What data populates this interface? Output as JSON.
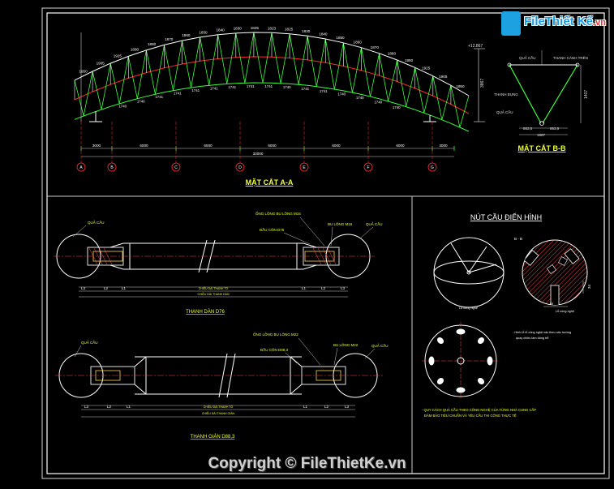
{
  "logo": {
    "brand": "File",
    "brand2": "Thiết Kế",
    "tld": ".vn"
  },
  "copyright": "Copyright © FileThietKe.vn",
  "section_aa": {
    "title": "MẶT CẮT A-A",
    "top_labels": [
      "1950",
      "1905",
      "1925",
      "1890",
      "1880",
      "1870",
      "1860",
      "1850",
      "1840",
      "1830",
      "1825",
      "1823",
      "1825",
      "1830",
      "1840",
      "1850",
      "1860",
      "1870",
      "1880",
      "1890",
      "1925",
      "1905",
      "1950"
    ],
    "bottom_labels": [
      "1740",
      "1740",
      "1741",
      "1741",
      "1741",
      "1741",
      "1741",
      "1741",
      "1741",
      "1740",
      "1741",
      "1741",
      "1740",
      "1740",
      "1740",
      "1740"
    ],
    "elev_right": "+12.867",
    "height_right": "3867",
    "dims": [
      "3000",
      "6000",
      "6000",
      "6000",
      "6000",
      "6000",
      "3000"
    ],
    "total": "33000",
    "grid": [
      "A",
      "B",
      "C",
      "D",
      "E",
      "F",
      "G"
    ]
  },
  "section_bb": {
    "title": "MẶT CẮT B-B",
    "label_ball": "QUẢ CẦU",
    "label_top_bar": "THANH CÁNH TRÊN",
    "label_web": "THANH BỤNG",
    "label_ball2": "QUẢ CẦU",
    "height": "1407",
    "dim_a": "863,5",
    "dim_b": "863,5",
    "dim_total": "1687"
  },
  "bar_d76": {
    "title": "THANH DÀN D76",
    "label_ball_l": "QUẢ CẦU",
    "label_ball_r": "QUẢ CẦU",
    "label_sleeve": "ỐNG LỒNG BU LÔNG M16",
    "label_bolt": "BU LÔNG M16",
    "label_cone": "ĐẦU CÔN D76",
    "dims_left": [
      "L3",
      "L2",
      "L1"
    ],
    "dims_right": [
      "L1",
      "L2",
      "L3"
    ],
    "len1": "CHIỀU DÀI THANH TỔ",
    "len2": "CHIỀU DÀI THANH DÀN"
  },
  "bar_d88": {
    "title": "THANH GIÀN D88,3",
    "label_ball_l": "QUẢ CẦU",
    "label_ball_r": "QUẢ CẦU",
    "label_sleeve": "ỐNG LỒNG BU LÔNG M22",
    "label_bolt": "BU LÔNG M22",
    "label_cone": "ĐẦU CÔN D88,3",
    "dims_left": [
      "L3",
      "L2",
      "L1"
    ],
    "dims_right": [
      "L1",
      "L2",
      "L3"
    ],
    "len1": "CHIỀU DÀI THANH TỔ",
    "len2": "CHIỀU DÀI THANH GIÀN"
  },
  "node": {
    "title": "NÚT CẦU ĐIỂN HÌNH",
    "section_label": "B - B",
    "hole_label": "Lỗ công nghệ",
    "hole_label2": "Lỗ công nghệ",
    "dim_m": "M",
    "dim_side": "34",
    "note1": "- Hình lỗ lỗ công nghệ xác theo cấu hướng",
    "note2": "quay chiều làm đóng trễ",
    "footnote1": "- QUY CÁCH QUẢ CẦU THEO CÔNG NGHỆ CỦA TỪNG NHÀ CUNG CẤP",
    "footnote2": "ĐẢM BẢO TIÊU CHUẨN VÀ YÊU CẦU THI CÔNG THỰC TẾ"
  }
}
